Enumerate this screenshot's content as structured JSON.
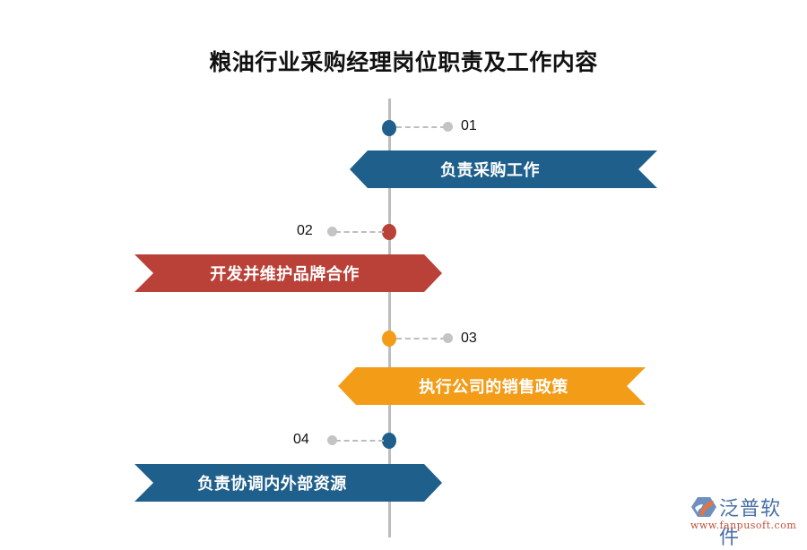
{
  "title": "粮油行业采购经理岗位职责及工作内容",
  "colors": {
    "blue": "#1f5f8b",
    "red": "#b94138",
    "orange": "#f39c18",
    "axis": "#bdbdbd",
    "connector": "#c4c4c4"
  },
  "items": [
    {
      "number": "01",
      "label": "负责采购工作",
      "color": "#1f5f8b",
      "side": "right"
    },
    {
      "number": "02",
      "label": "开发并维护品牌合作",
      "color": "#b94138",
      "side": "left"
    },
    {
      "number": "03",
      "label": "执行公司的销售政策",
      "color": "#f39c18",
      "side": "right"
    },
    {
      "number": "04",
      "label": "负责协调内外部资源",
      "color": "#1f5f8b",
      "side": "left"
    }
  ],
  "logo": {
    "name": "泛普软件",
    "url": "www.fanpusoft.com"
  }
}
